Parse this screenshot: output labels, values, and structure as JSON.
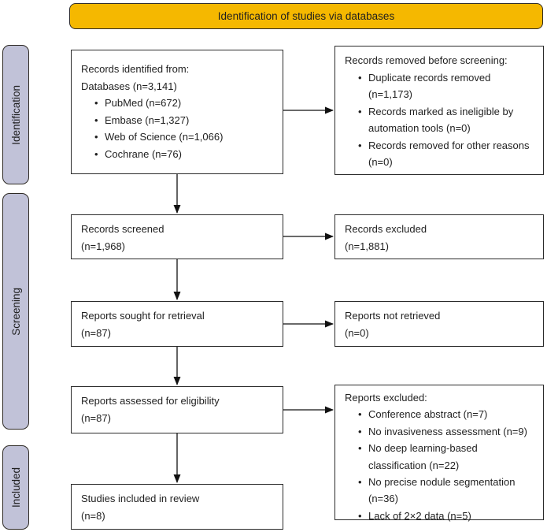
{
  "title_banner": "Identification of studies via databases",
  "colors": {
    "banner_gold": "#F5B800",
    "stage_lavender": "#C1C2D8",
    "box_border": "#2b2b2b",
    "arrow": "#111111"
  },
  "stages": [
    {
      "label": "Identification"
    },
    {
      "label": "Screening"
    },
    {
      "label": "Included"
    }
  ],
  "boxes": {
    "identified": {
      "lines": [
        "Records identified from:",
        "Databases (n=3,141)"
      ],
      "bullets": [
        "PubMed (n=672)",
        "Embase (n=1,327)",
        "Web of Science (n=1,066)",
        "Cochrane (n=76)"
      ]
    },
    "removed": {
      "lines": [
        "Records removed before screening:"
      ],
      "bullets": [
        "Duplicate records removed (n=1,173)",
        "Records marked as ineligible by automation tools (n=0)",
        "Records removed for other reasons (n=0)"
      ]
    },
    "screened": {
      "lines": [
        "Records screened",
        "(n=1,968)"
      ]
    },
    "records_excluded": {
      "lines": [
        "Records excluded",
        "(n=1,881)"
      ]
    },
    "sought": {
      "lines": [
        "Reports sought for retrieval",
        "(n=87)"
      ]
    },
    "not_retrieved": {
      "lines": [
        "Reports not retrieved",
        "(n=0)"
      ]
    },
    "assessed": {
      "lines": [
        "Reports assessed for eligibility",
        "(n=87)"
      ]
    },
    "reports_excluded": {
      "lines": [
        "Reports excluded:"
      ],
      "bullets": [
        "Conference abstract (n=7)",
        "No invasiveness assessment (n=9)",
        "No deep learning-based classification (n=22)",
        "No precise nodule segmentation (n=36)",
        "Lack of 2×2 data (n=5)"
      ]
    },
    "included_review": {
      "lines": [
        "Studies included in review",
        "(n=8)"
      ]
    }
  }
}
